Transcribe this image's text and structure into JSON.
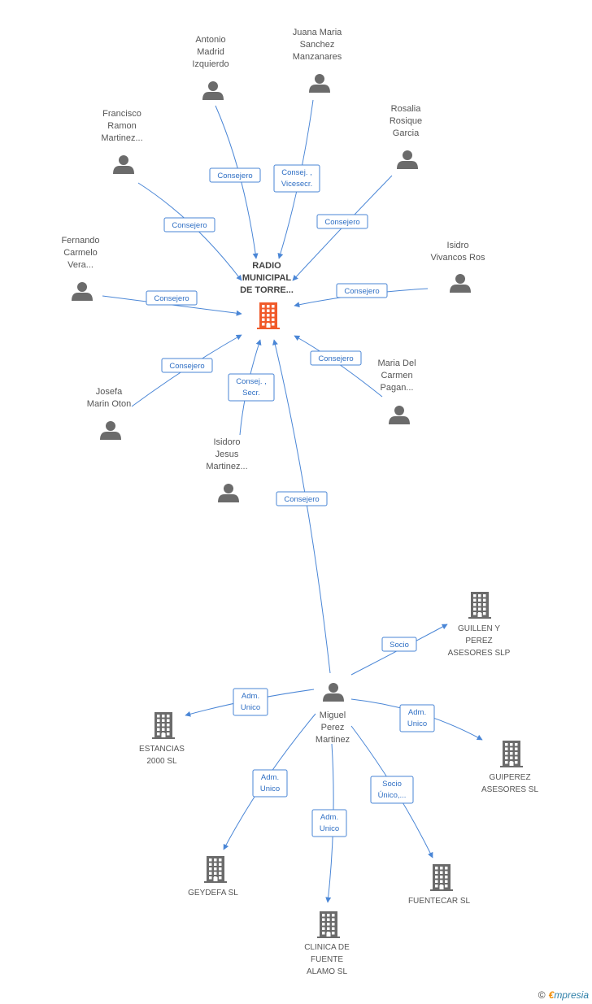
{
  "colors": {
    "edge": "#4a86d6",
    "person_icon": "#6b6b6b",
    "company_icon": "#6b6b6b",
    "center_icon": "#f05a2a"
  },
  "center": {
    "label_lines": [
      "RADIO",
      "MUNICIPAL",
      "DE TORRE..."
    ],
    "icon": "building-icon"
  },
  "persons": [
    {
      "id": "antonio",
      "label_lines": [
        "Antonio",
        "Madrid",
        "Izquierdo"
      ]
    },
    {
      "id": "juana",
      "label_lines": [
        "Juana Maria",
        "Sanchez",
        "Manzanares"
      ]
    },
    {
      "id": "francisco",
      "label_lines": [
        "Francisco",
        "Ramon",
        "Martinez..."
      ]
    },
    {
      "id": "rosalia",
      "label_lines": [
        "Rosalia",
        "Rosique",
        "Garcia"
      ]
    },
    {
      "id": "fernando",
      "label_lines": [
        "Fernando",
        "Carmelo",
        "Vera..."
      ]
    },
    {
      "id": "isidro-v",
      "label_lines": [
        "Isidro",
        "Vivancos Ros"
      ]
    },
    {
      "id": "josefa",
      "label_lines": [
        "Josefa",
        "Marin Oton"
      ]
    },
    {
      "id": "maria",
      "label_lines": [
        "Maria Del",
        "Carmen",
        "Pagan..."
      ]
    },
    {
      "id": "isidoro",
      "label_lines": [
        "Isidoro",
        "Jesus",
        "Martinez..."
      ]
    },
    {
      "id": "miguel",
      "label_lines": [
        "Miguel",
        "Perez",
        "Martinez"
      ]
    }
  ],
  "companies": [
    {
      "id": "guillen",
      "label_lines": [
        "GUILLEN Y",
        "PEREZ",
        "ASESORES SLP"
      ]
    },
    {
      "id": "estancias",
      "label_lines": [
        "ESTANCIAS",
        "2000 SL"
      ]
    },
    {
      "id": "guiperez",
      "label_lines": [
        "GUIPEREZ",
        "ASESORES SL"
      ]
    },
    {
      "id": "geydefa",
      "label_lines": [
        "GEYDEFA SL"
      ]
    },
    {
      "id": "fuentecar",
      "label_lines": [
        "FUENTECAR SL"
      ]
    },
    {
      "id": "clinica",
      "label_lines": [
        "CLINICA DE",
        "FUENTE",
        "ALAMO SL"
      ]
    }
  ],
  "edges": [
    {
      "from": "antonio",
      "to": "center",
      "label_lines": [
        "Consejero"
      ]
    },
    {
      "from": "juana",
      "to": "center",
      "label_lines": [
        "Consej. ,",
        "Vicesecr."
      ]
    },
    {
      "from": "francisco",
      "to": "center",
      "label_lines": [
        "Consejero"
      ]
    },
    {
      "from": "rosalia",
      "to": "center",
      "label_lines": [
        "Consejero"
      ]
    },
    {
      "from": "fernando",
      "to": "center",
      "label_lines": [
        "Consejero"
      ]
    },
    {
      "from": "isidro-v",
      "to": "center",
      "label_lines": [
        "Consejero"
      ]
    },
    {
      "from": "josefa",
      "to": "center",
      "label_lines": [
        "Consejero"
      ]
    },
    {
      "from": "maria",
      "to": "center",
      "label_lines": [
        "Consejero"
      ]
    },
    {
      "from": "isidoro",
      "to": "center",
      "label_lines": [
        "Consej. ,",
        "Secr."
      ]
    },
    {
      "from": "miguel",
      "to": "center",
      "label_lines": [
        "Consejero"
      ]
    },
    {
      "from": "miguel",
      "to": "guillen",
      "label_lines": [
        "Socio"
      ]
    },
    {
      "from": "miguel",
      "to": "estancias",
      "label_lines": [
        "Adm.",
        "Unico"
      ]
    },
    {
      "from": "miguel",
      "to": "guiperez",
      "label_lines": [
        "Adm.",
        "Unico"
      ]
    },
    {
      "from": "miguel",
      "to": "geydefa",
      "label_lines": [
        "Adm.",
        "Unico"
      ]
    },
    {
      "from": "miguel",
      "to": "clinica",
      "label_lines": [
        "Adm.",
        "Unico"
      ]
    },
    {
      "from": "miguel",
      "to": "fuentecar",
      "label_lines": [
        "Socio",
        "Único,..."
      ]
    }
  ],
  "footer": {
    "copyright": "©",
    "brand_initial": "€",
    "brand_rest": "mpresia"
  }
}
